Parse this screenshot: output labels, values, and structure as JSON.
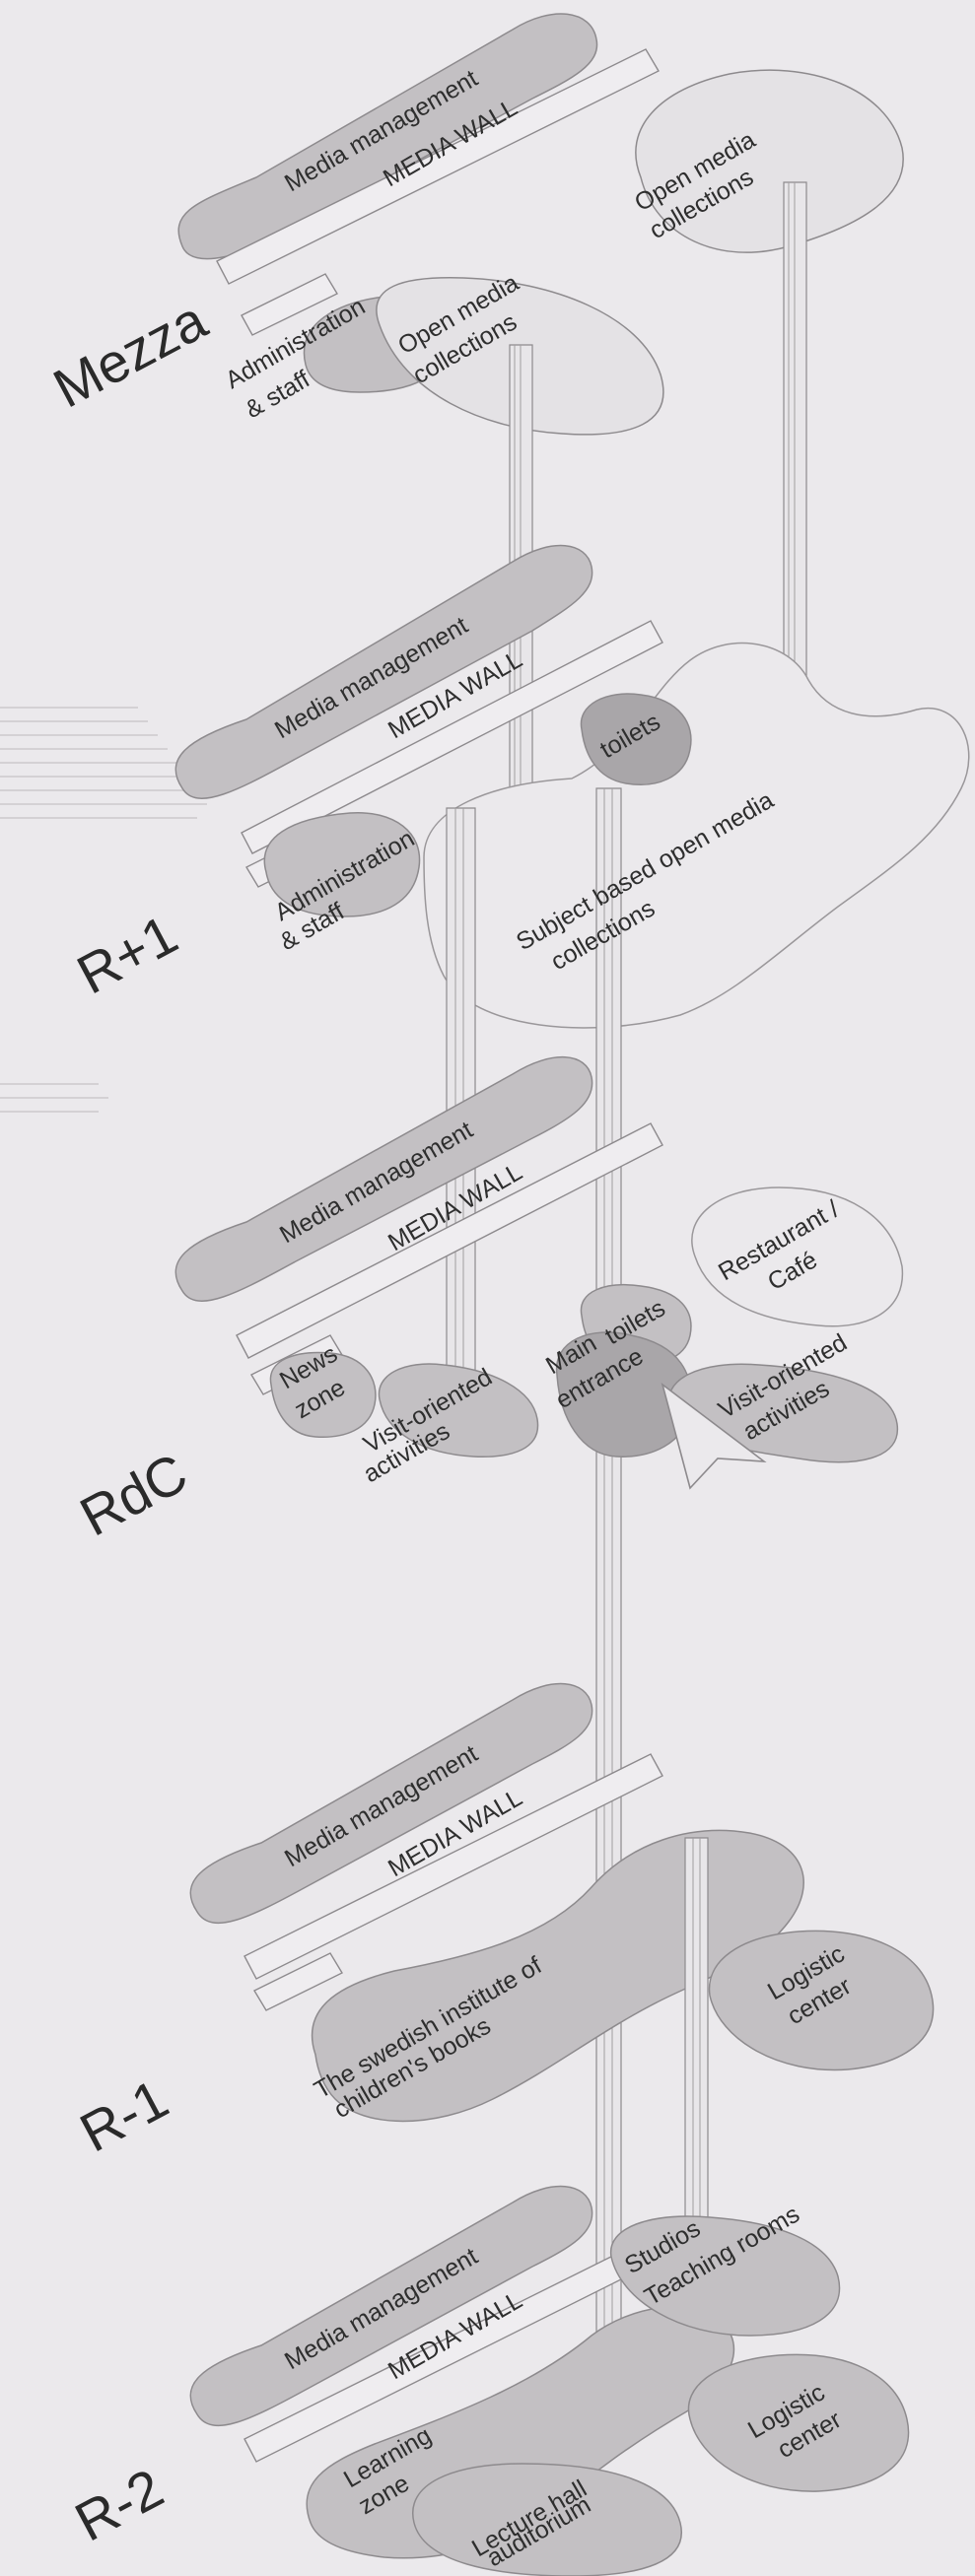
{
  "levels": {
    "mezza": "Mezza",
    "r_plus_1": "R+1",
    "rdc": "RdC",
    "r_minus_1": "R-1",
    "r_minus_2": "R-2"
  },
  "zones": {
    "mezza": {
      "media_management": "Media management",
      "media_wall": "MEDIA WALL",
      "open_media_1": "Open media",
      "open_media_1b": "collections",
      "admin_1": "Administration",
      "admin_2": "& staff",
      "open_media_2": "Open media",
      "open_media_2b": "collections"
    },
    "r_plus_1": {
      "media_management": "Media management",
      "media_wall": "MEDIA WALL",
      "toilets": "toilets",
      "admin_1": "Administration",
      "admin_2": "& staff",
      "subject_1": "Subject based open media",
      "subject_2": "collections"
    },
    "rdc": {
      "media_management": "Media management",
      "media_wall": "MEDIA WALL",
      "toilets": "toilets",
      "restaurant_1": "Restaurant /",
      "restaurant_2": "Café",
      "main_1": "Main",
      "main_2": "entrance",
      "news_1": "News",
      "news_2": "zone",
      "visit_left_1": "Visit-oriented",
      "visit_left_2": "activities",
      "visit_right_1": "Visit-oriented",
      "visit_right_2": "activities"
    },
    "r_minus_1": {
      "media_management": "Media management",
      "media_wall": "MEDIA WALL",
      "swedish_1": "The swedish institute of",
      "swedish_2": "children's books",
      "logistic_1": "Logistic",
      "logistic_2": "center"
    },
    "r_minus_2": {
      "media_management": "Media management",
      "media_wall": "MEDIA WALL",
      "studios_1": "Studios",
      "studios_2": "Teaching rooms",
      "learning_1": "Learning",
      "learning_2": "zone",
      "lecture_1": "Lecture hall",
      "lecture_2": "auditorium",
      "logistic_1": "Logistic",
      "logistic_2": "center"
    }
  }
}
